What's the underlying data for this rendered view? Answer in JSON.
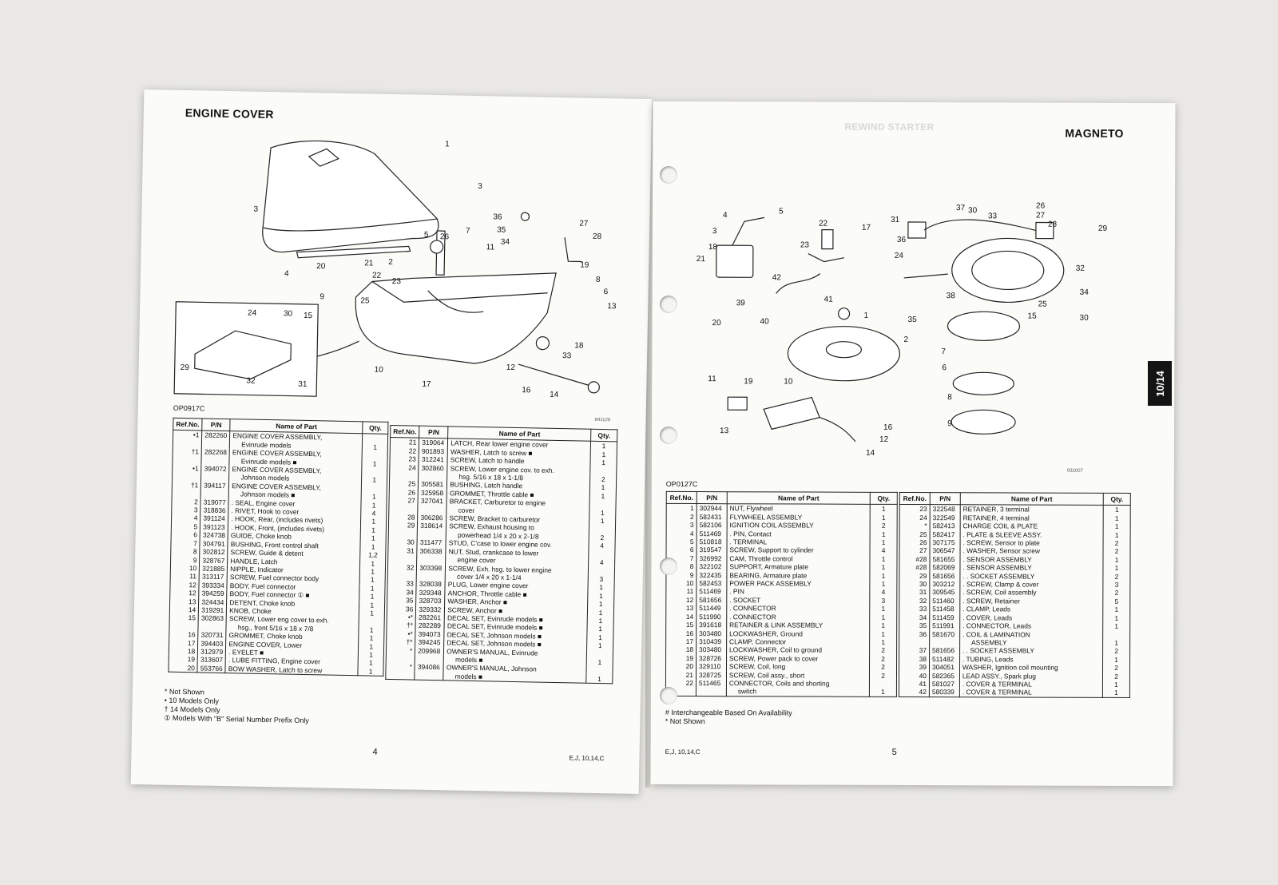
{
  "left_page": {
    "section_title": "ENGINE COVER",
    "figure_id": "OP0917C",
    "drawing_code": "841129",
    "page_number": "4",
    "models": "E,J, 10,14,C",
    "callouts": [
      "1",
      "3",
      "3",
      "2",
      "4",
      "5",
      "26",
      "7",
      "36",
      "35",
      "34",
      "11",
      "27",
      "28",
      "20",
      "21",
      "22",
      "23",
      "19",
      "8",
      "6",
      "13",
      "9",
      "25",
      "24",
      "30",
      "15",
      "29",
      "32",
      "31",
      "10",
      "17",
      "12",
      "16",
      "14",
      "33",
      "18"
    ],
    "columns": [
      "Ref.No.",
      "P/N",
      "Name of Part",
      "Qty."
    ],
    "table_a": [
      [
        "•1",
        "282260",
        "ENGINE COVER ASSEMBLY,",
        ""
      ],
      [
        "",
        "",
        "Evinrude models",
        "1"
      ],
      [
        "†1",
        "282268",
        "ENGINE COVER ASSEMBLY,",
        ""
      ],
      [
        "",
        "",
        "Evinrude models ■",
        "1"
      ],
      [
        "•1",
        "394072",
        "ENGINE COVER ASSEMBLY,",
        ""
      ],
      [
        "",
        "",
        "Johnson models",
        "1"
      ],
      [
        "†1",
        "394117",
        "ENGINE COVER ASSEMBLY,",
        ""
      ],
      [
        "",
        "",
        "Johnson models ■",
        "1"
      ],
      [
        "2",
        "319077",
        ". SEAL, Engine cover",
        "1"
      ],
      [
        "3",
        "318836",
        ". RIVET, Hook to cover",
        "4"
      ],
      [
        "4",
        "391124",
        ". HOOK, Rear, (includes rivets)",
        "1"
      ],
      [
        "5",
        "391123",
        ". HOOK, Front, (includes rivets)",
        "1"
      ],
      [
        "6",
        "324738",
        "GUIDE, Choke knob",
        "1"
      ],
      [
        "7",
        "304791",
        "BUSHING, Front control shaft",
        "1"
      ],
      [
        "8",
        "302812",
        "SCREW, Guide & detent",
        "1,2"
      ],
      [
        "9",
        "328767",
        "HANDLE, Latch",
        "1"
      ],
      [
        "10",
        "321885",
        "NIPPLE, Indicator",
        "1"
      ],
      [
        "11",
        "313117",
        "SCREW, Fuel connector body",
        "1"
      ],
      [
        "12",
        "393334",
        "BODY, Fuel connector",
        "1"
      ],
      [
        "12",
        "394259",
        "BODY, Fuel connector ① ■",
        "1"
      ],
      [
        "13",
        "324434",
        "DETENT, Choke knob",
        "1"
      ],
      [
        "14",
        "319291",
        "KNOB, Choke",
        "1"
      ],
      [
        "15",
        "302863",
        "SCREW, Lower eng cover to exh.",
        ""
      ],
      [
        "",
        "",
        "hsg., front 5/16 x 18 x 7/8",
        "1"
      ],
      [
        "16",
        "320731",
        "GROMMET, Choke knob",
        "1"
      ],
      [
        "17",
        "394403",
        "ENGINE COVER, Lower",
        "1"
      ],
      [
        "18",
        "312979",
        ". EYELET ■",
        "1"
      ],
      [
        "19",
        "313607",
        ". LUBE FITTING, Engine cover",
        "1"
      ],
      [
        "20",
        "553766",
        "BOW WASHER, Latch to screw",
        "1"
      ]
    ],
    "table_b": [
      [
        "21",
        "319064",
        "LATCH, Rear lower engine cover",
        "1"
      ],
      [
        "22",
        "901893",
        "WASHER, Latch to screw ■",
        "1"
      ],
      [
        "23",
        "312241",
        "SCREW, Latch to handle",
        "1"
      ],
      [
        "24",
        "302860",
        "SCREW, Lower engine cov. to exh.",
        ""
      ],
      [
        "",
        "",
        "hsg. 5/16 x 18 x 1-1/8",
        "2"
      ],
      [
        "25",
        "305581",
        "BUSHING, Latch handle",
        "1"
      ],
      [
        "26",
        "325958",
        "GROMMET, Throttle cable ■",
        "1"
      ],
      [
        "27",
        "327041",
        "BRACKET, Carburetor to engine",
        ""
      ],
      [
        "",
        "",
        "cover",
        "1"
      ],
      [
        "28",
        "306286",
        "SCREW, Bracket to carburetor",
        "1"
      ],
      [
        "29",
        "318614",
        "SCREW, Exhaust housing to",
        ""
      ],
      [
        "",
        "",
        "powerhead 1/4 x 20 x 2-1/8",
        "2"
      ],
      [
        "30",
        "311477",
        "STUD, C'case to lower engine cov.",
        "4"
      ],
      [
        "31",
        "306338",
        "NUT, Stud, crankcase to lower",
        ""
      ],
      [
        "",
        "",
        "engine cover",
        "4"
      ],
      [
        "32",
        "303398",
        "SCREW, Exh. hsg. to lower engine",
        ""
      ],
      [
        "",
        "",
        "cover 1/4 x 20 x 1-1/4",
        "3"
      ],
      [
        "33",
        "328038",
        "PLUG, Lower engine cover",
        "1"
      ],
      [
        "34",
        "329348",
        "ANCHOR, Throttle cable ■",
        "1"
      ],
      [
        "35",
        "328703",
        "WASHER, Anchor ■",
        "1"
      ],
      [
        "36",
        "329332",
        "SCREW, Anchor ■",
        "1"
      ],
      [
        "•*",
        "282261",
        "DECAL SET, Evinrude models ■",
        "1"
      ],
      [
        "†*",
        "282289",
        "DECAL SET, Evinrude models ■",
        "1"
      ],
      [
        "•*",
        "394073",
        "DECAL SET, Johnson models ■",
        "1"
      ],
      [
        "†*",
        "394245",
        "DECAL SET, Johnson models ■",
        "1"
      ],
      [
        "*",
        "209968",
        "OWNER'S MANUAL, Evinrude",
        ""
      ],
      [
        "",
        "",
        "models ■",
        "1"
      ],
      [
        "*",
        "394086",
        "OWNER'S MANUAL, Johnson",
        ""
      ],
      [
        "",
        "",
        "models ■",
        "1"
      ]
    ],
    "notes": [
      "* Not Shown",
      "• 10 Models Only",
      "† 14 Models Only",
      "① Models With \"B\" Serial Number Prefix Only"
    ]
  },
  "right_page": {
    "section_title": "MAGNETO",
    "ghost_title": "REWIND STARTER",
    "figure_id": "OP0127C",
    "drawing_code": "932007",
    "page_number": "5",
    "models": "E,J, 10,14,C",
    "tab_label": "10/14",
    "callouts": [
      "4",
      "5",
      "3",
      "18",
      "21",
      "22",
      "17",
      "23",
      "42",
      "41",
      "39",
      "20",
      "40",
      "31",
      "37",
      "30",
      "33",
      "26",
      "27",
      "28",
      "36",
      "29",
      "24",
      "32",
      "38",
      "34",
      "25",
      "15",
      "35",
      "30",
      "1",
      "2",
      "7",
      "6",
      "8",
      "9",
      "11",
      "19",
      "10",
      "13",
      "16",
      "12",
      "14"
    ],
    "columns": [
      "Ref.No.",
      "P/N",
      "Name of Part",
      "Qty."
    ],
    "table_a": [
      [
        "1",
        "302944",
        "NUT, Flywheel",
        "1"
      ],
      [
        "2",
        "582431",
        "FLYWHEEL ASSEMBLY",
        "1"
      ],
      [
        "3",
        "582106",
        "IGNITION COIL ASSEMBLY",
        "2"
      ],
      [
        "4",
        "511469",
        ". PIN, Contact",
        "1"
      ],
      [
        "5",
        "510818",
        ". TERMINAL",
        "1"
      ],
      [
        "6",
        "319547",
        "SCREW, Support to cylinder",
        "4"
      ],
      [
        "7",
        "326992",
        "CAM, Throttle control",
        "1"
      ],
      [
        "8",
        "322102",
        "SUPPORT, Armature plate",
        "1"
      ],
      [
        "9",
        "322435",
        "BEARING, Armature plate",
        "1"
      ],
      [
        "10",
        "582453",
        "POWER PACK ASSEMBLY",
        "1"
      ],
      [
        "11",
        "511469",
        ". PIN",
        "4"
      ],
      [
        "12",
        "581656",
        ". SOCKET",
        "3"
      ],
      [
        "13",
        "511449",
        ". CONNECTOR",
        "1"
      ],
      [
        "14",
        "511990",
        ". CONNECTOR",
        "1"
      ],
      [
        "15",
        "391618",
        "RETAINER & LINK ASSEMBLY",
        "1"
      ],
      [
        "16",
        "303480",
        "LOCKWASHER, Ground",
        "1"
      ],
      [
        "17",
        "310439",
        "CLAMP, Connector",
        "1"
      ],
      [
        "18",
        "303480",
        "LOCKWASHER, Coil to ground",
        "2"
      ],
      [
        "19",
        "328726",
        "SCREW, Power pack to cover",
        "2"
      ],
      [
        "20",
        "329110",
        "SCREW, Coil, long",
        "2"
      ],
      [
        "21",
        "328725",
        "SCREW, Coil assy., short",
        "2"
      ],
      [
        "22",
        "511465",
        "CONNECTOR, Coils and shorting",
        ""
      ],
      [
        "",
        "",
        "switch",
        "1"
      ]
    ],
    "table_b": [
      [
        "23",
        "322548",
        "RETAINER, 3 terminal",
        "1"
      ],
      [
        "24",
        "322549",
        "RETAINER, 4 terminal",
        "1"
      ],
      [
        "*",
        "582413",
        "CHARGE COIL & PLATE",
        "1"
      ],
      [
        "25",
        "582417",
        ". PLATE & SLEEVE ASSY.",
        "1"
      ],
      [
        "26",
        "307175",
        ". SCREW, Sensor to plate",
        "2"
      ],
      [
        "27",
        "306547",
        ". WASHER, Sensor screw",
        "2"
      ],
      [
        "#28",
        "581655",
        ". SENSOR ASSEMBLY",
        "1"
      ],
      [
        "#28",
        "582069",
        ". SENSOR ASSEMBLY",
        "1"
      ],
      [
        "29",
        "581656",
        ". . SOCKET ASSEMBLY",
        "2"
      ],
      [
        "30",
        "303212",
        ". SCREW, Clamp & cover",
        "3"
      ],
      [
        "31",
        "309545",
        ". SCREW, Coil assembly",
        "2"
      ],
      [
        "32",
        "511460",
        ". SCREW, Retainer",
        "5"
      ],
      [
        "33",
        "511458",
        ". CLAMP, Leads",
        "1"
      ],
      [
        "34",
        "511459",
        ". COVER, Leads",
        "1"
      ],
      [
        "35",
        "511991",
        ". CONNECTOR, Leads",
        "1"
      ],
      [
        "36",
        "581670",
        ". COIL & LAMINATION",
        ""
      ],
      [
        "",
        "",
        "ASSEMBLY",
        "1"
      ],
      [
        "37",
        "581656",
        ". . SOCKET ASSEMBLY",
        "2"
      ],
      [
        "38",
        "511482",
        ". TUBING, Leads",
        "1"
      ],
      [
        "39",
        "304051",
        "WASHER, Ignition coil mounting",
        "2"
      ],
      [
        "40",
        "582365",
        "LEAD ASSY., Spark plug",
        "2"
      ],
      [
        "41",
        "581027",
        ". COVER & TERMINAL",
        "1"
      ],
      [
        "42",
        "580339",
        ". COVER & TERMINAL",
        "1"
      ]
    ],
    "notes": [
      "# Interchangeable Based On Availability",
      "* Not Shown"
    ]
  }
}
